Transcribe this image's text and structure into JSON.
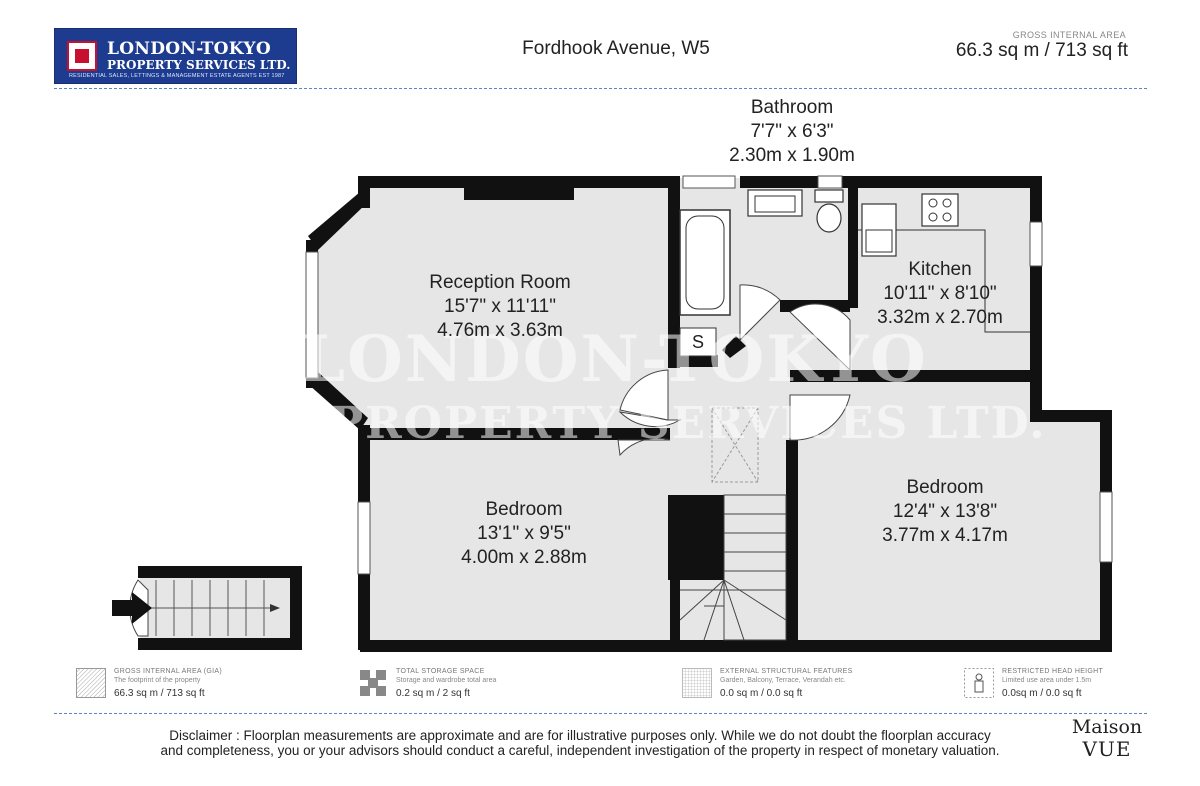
{
  "header": {
    "logo_line1": "LONDON-TOKYO",
    "logo_line2": "PROPERTY SERVICES LTD.",
    "logo_line3": "RESIDENTIAL SALES, LETTINGS & MANAGEMENT ESTATE AGENTS EST 1987",
    "address": "Fordhook Avenue, W5",
    "gia_label": "GROSS INTERNAL AREA",
    "gia_value": "66.3 sq m / 713 sq ft"
  },
  "rooms": {
    "bathroom": {
      "name": "Bathroom",
      "imperial": "7'7\" x 6'3\"",
      "metric": "2.30m x 1.90m"
    },
    "reception": {
      "name": "Reception Room",
      "imperial": "15'7\" x 11'11\"",
      "metric": "4.76m x 3.63m"
    },
    "kitchen": {
      "name": "Kitchen",
      "imperial": "10'11\" x 8'10\"",
      "metric": "3.32m x 2.70m"
    },
    "bedroom_left": {
      "name": "Bedroom",
      "imperial": "13'1\" x 9'5\"",
      "metric": "4.00m x 2.88m"
    },
    "bedroom_right": {
      "name": "Bedroom",
      "imperial": "12'4\" x 13'8\"",
      "metric": "3.77m x 4.17m"
    },
    "storage_label": "S"
  },
  "watermark": {
    "line1": "LONDON-TOKYO",
    "line2": "PROPERTY SERVICES LTD."
  },
  "legend": [
    {
      "title": "GROSS INTERNAL AREA (GIA)",
      "subtitle": "The footprint of the property",
      "value": "66.3 sq m / 713 sq ft",
      "icon": "crosshatch-swatch-icon"
    },
    {
      "title": "TOTAL STORAGE SPACE",
      "subtitle": "Storage and wardrobe total area",
      "value": "0.2 sq m / 2 sq ft",
      "icon": "storage-swatch-icon"
    },
    {
      "title": "EXTERNAL STRUCTURAL FEATURES",
      "subtitle": "Garden, Balcony, Terrace, Verandah etc.",
      "value": "0.0 sq m / 0.0 sq ft",
      "icon": "grid-swatch-icon"
    },
    {
      "title": "RESTRICTED HEAD HEIGHT",
      "subtitle": "Limited use area under 1.5m",
      "value": "0.0sq m / 0.0 sq ft",
      "icon": "person-icon"
    }
  ],
  "footer": {
    "disclaimer_line1": "Disclaimer : Floorplan measurements are approximate and are for illustrative purposes only. While we do not doubt the floorplan accuracy",
    "disclaimer_line2": "and completeness, you or your advisors should conduct a careful, independent investigation of the property in respect of monetary valuation.",
    "brand_line1": "Maison",
    "brand_line2": "VUE"
  },
  "colors": {
    "wall": "#111111",
    "floor": "#e6e6e6",
    "brand_blue": "#1d3c8f",
    "dash": "#5b86c4"
  }
}
